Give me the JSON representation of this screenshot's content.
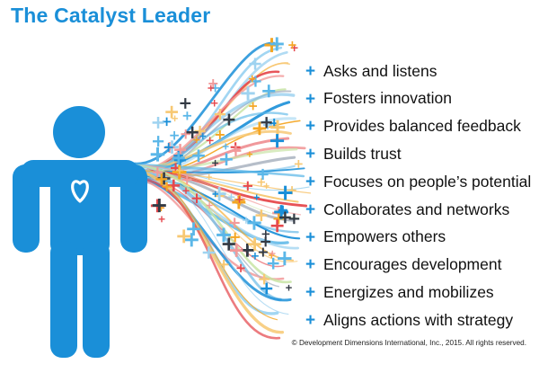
{
  "title": "The Catalyst Leader",
  "bullet_symbol": "+",
  "traits": [
    "Asks and listens",
    "Fosters innovation",
    "Provides balanced feedback",
    "Builds trust",
    "Focuses on people’s potential",
    "Collaborates and networks",
    "Empowers others",
    "Encourages development",
    "Energizes and mobilizes",
    "Aligns actions with strategy"
  ],
  "copyright": "© Development Dimensions International, Inc., 2015. All rights reserved.",
  "colors": {
    "brand_blue": "#1a8fd8",
    "figure_blue": "#1a8fd8",
    "heart": "#ffffff",
    "text": "#111111"
  },
  "icons": {
    "figure": "person-figure-icon",
    "heart": "heart-icon",
    "plus": "plus-icon"
  }
}
